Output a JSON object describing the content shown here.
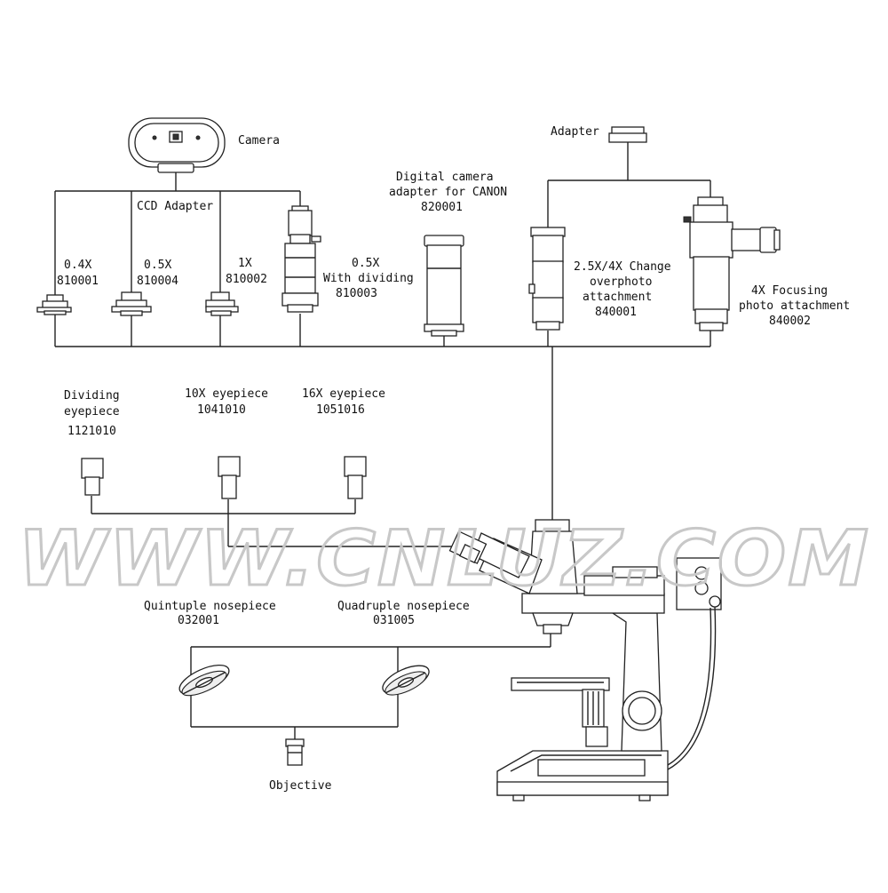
{
  "camera": {
    "label": "Camera"
  },
  "ccd": {
    "label": "CCD Adapter"
  },
  "adapters": [
    {
      "mag": "0.4X",
      "code": "810001"
    },
    {
      "mag": "0.5X",
      "code": "810004"
    },
    {
      "mag": "1X",
      "code": "810002"
    },
    {
      "mag": "0.5X",
      "line2": "With dividing",
      "code": "810003"
    }
  ],
  "digital": {
    "line1": "Digital camera",
    "line2": "adapter for CANON",
    "code": "820001"
  },
  "adapter_top": {
    "label": "Adapter"
  },
  "change": {
    "line1": "2.5X/4X Change",
    "line2": "overphoto",
    "line3": "attachment",
    "code": "840001"
  },
  "focusing": {
    "line1": "4X Focusing",
    "line2": "photo attachment",
    "code": "840002"
  },
  "eyepieces": [
    {
      "line1": "Dividing",
      "line2": "eyepiece",
      "code": "1121010"
    },
    {
      "line1": "10X eyepiece",
      "code": "1041010"
    },
    {
      "line1": "16X eyepiece",
      "code": "1051016"
    }
  ],
  "nosepieces": [
    {
      "label": "Quintuple nosepiece",
      "code": "032001"
    },
    {
      "label": "Quadruple nosepiece",
      "code": "031005"
    }
  ],
  "objective": {
    "label": "Objective"
  },
  "watermark": "WWW.CNLUZ.COM"
}
